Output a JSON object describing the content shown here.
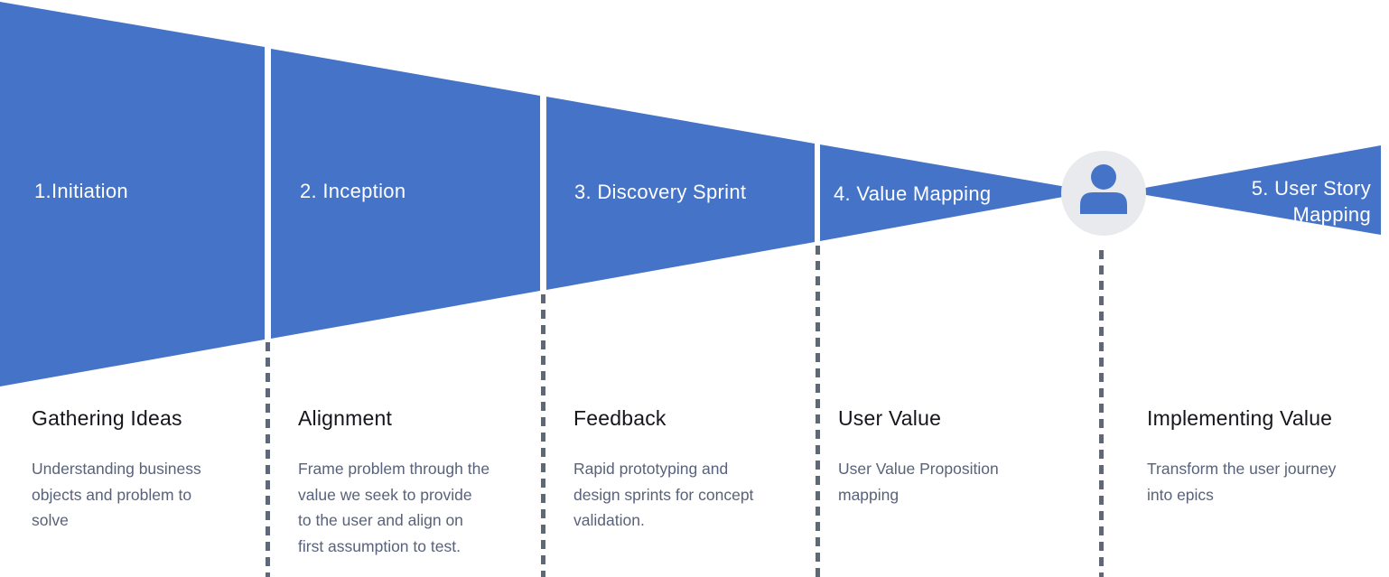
{
  "funnel": {
    "stages": [
      {
        "label": "1.Initiation"
      },
      {
        "label": "2. Inception"
      },
      {
        "label": "3. Discovery Sprint"
      },
      {
        "label": "4. Value Mapping"
      },
      {
        "label": "5. User Story\nMapping"
      }
    ],
    "user_icon": "user-icon"
  },
  "phases": [
    {
      "title": "Gathering Ideas",
      "description": "Understanding business\nobjects and problem to\nsolve"
    },
    {
      "title": "Alignment",
      "description": "Frame problem through the\nvalue we seek to provide\nto the user and align on\nfirst assumption to test."
    },
    {
      "title": "Feedback",
      "description": "Rapid prototyping and\ndesign sprints for concept\nvalidation."
    },
    {
      "title": "User Value",
      "description": "User Value Proposition\nmapping"
    },
    {
      "title": "Implementing Value",
      "description": "Transform the user journey\ninto epics"
    }
  ],
  "colors": {
    "stage_blue": "#4473C8",
    "badge_circle": "#E9EAEE",
    "badge_person": "#4473C8",
    "title_text": "#15151C",
    "description_text": "#58627A",
    "stage_label_text": "#FFFFFF",
    "dashed_line": "#5E6878",
    "background": "#FFFFFF"
  }
}
